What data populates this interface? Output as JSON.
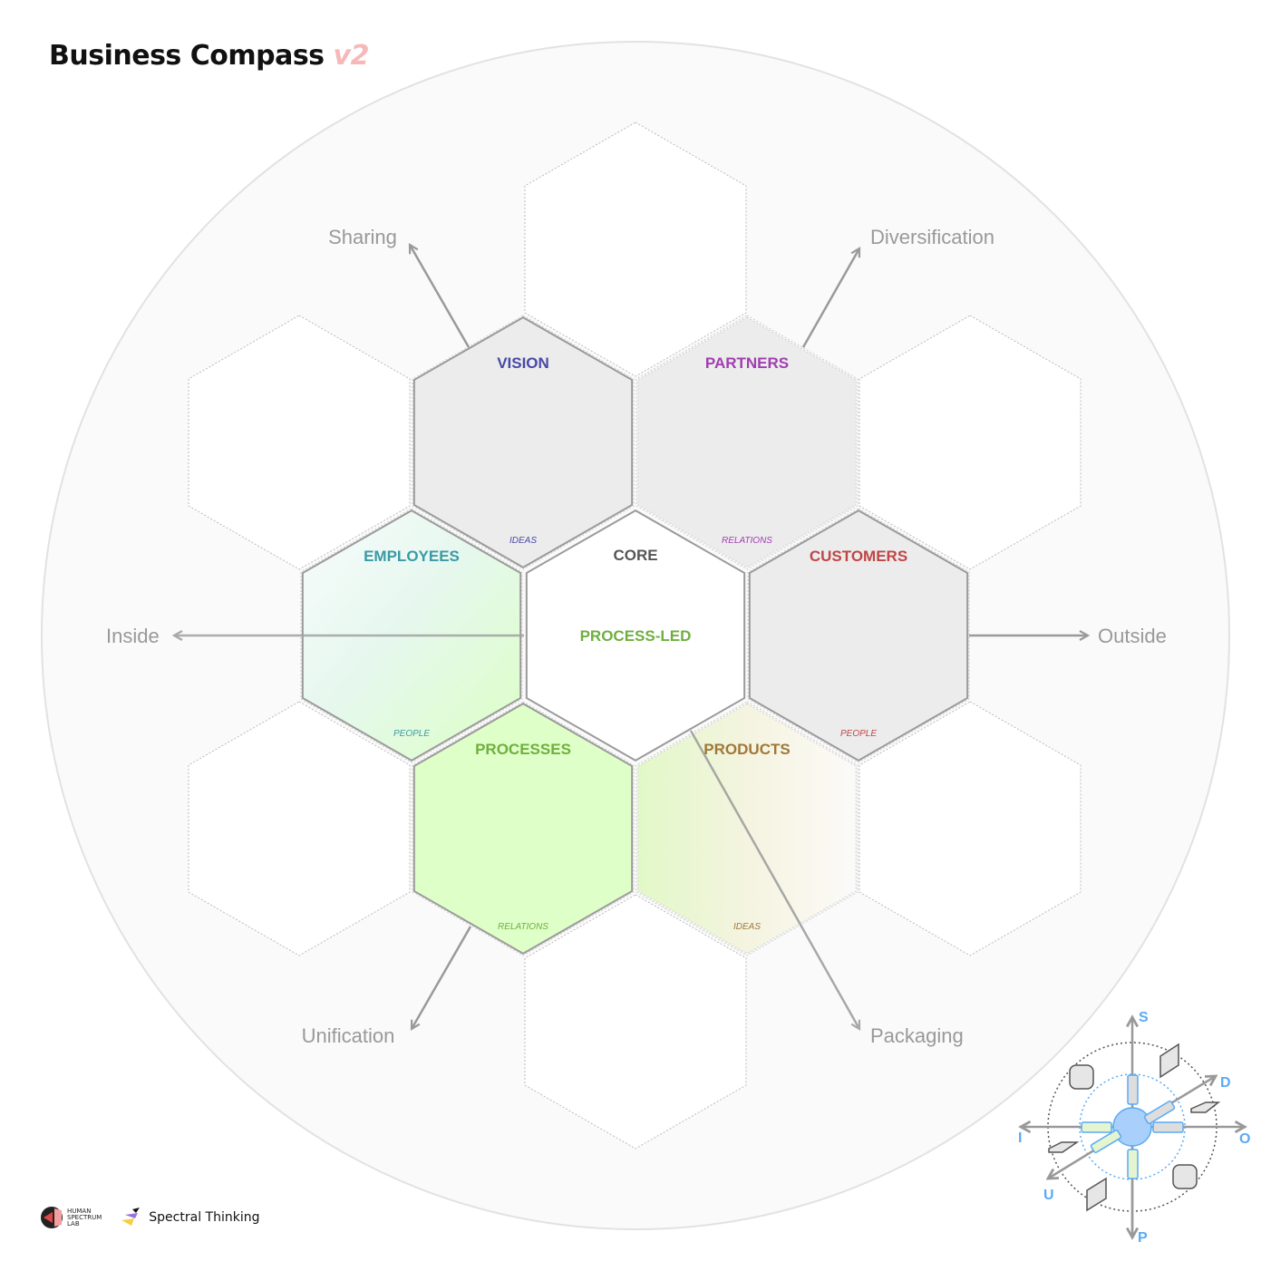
{
  "title": {
    "text": "Business Compass",
    "version": "v2"
  },
  "axes": {
    "sharing": "Sharing",
    "diversification": "Diversification",
    "inside": "Inside",
    "outside": "Outside",
    "unification": "Unification",
    "packaging": "Packaging"
  },
  "hexes": {
    "core": {
      "label": "CORE",
      "value": "PROCESS-LED",
      "color": "#555555",
      "value_color": "#6faf3f"
    },
    "vision": {
      "label": "VISION",
      "sub": "IDEAS",
      "color": "#4848a8"
    },
    "partners": {
      "label": "PARTNERS",
      "sub": "RELATIONS",
      "color": "#a03eb0"
    },
    "employees": {
      "label": "EMPLOYEES",
      "sub": "PEOPLE",
      "color": "#3b9aa6"
    },
    "customers": {
      "label": "CUSTOMERS",
      "sub": "PEOPLE",
      "color": "#c04646"
    },
    "processes": {
      "label": "PROCESSES",
      "sub": "RELATIONS",
      "color": "#6faf3f"
    },
    "products": {
      "label": "PRODUCTS",
      "sub": "IDEAS",
      "color": "#a07838"
    }
  },
  "mini_compass": {
    "s": "S",
    "d": "D",
    "i": "I",
    "o": "O",
    "u": "U",
    "p": "P",
    "accent": "#5aaaf5"
  },
  "logos": {
    "hsl": [
      "HUMAN",
      "SPECTRUM",
      "LAB"
    ],
    "spectral": "Spectral Thinking"
  }
}
